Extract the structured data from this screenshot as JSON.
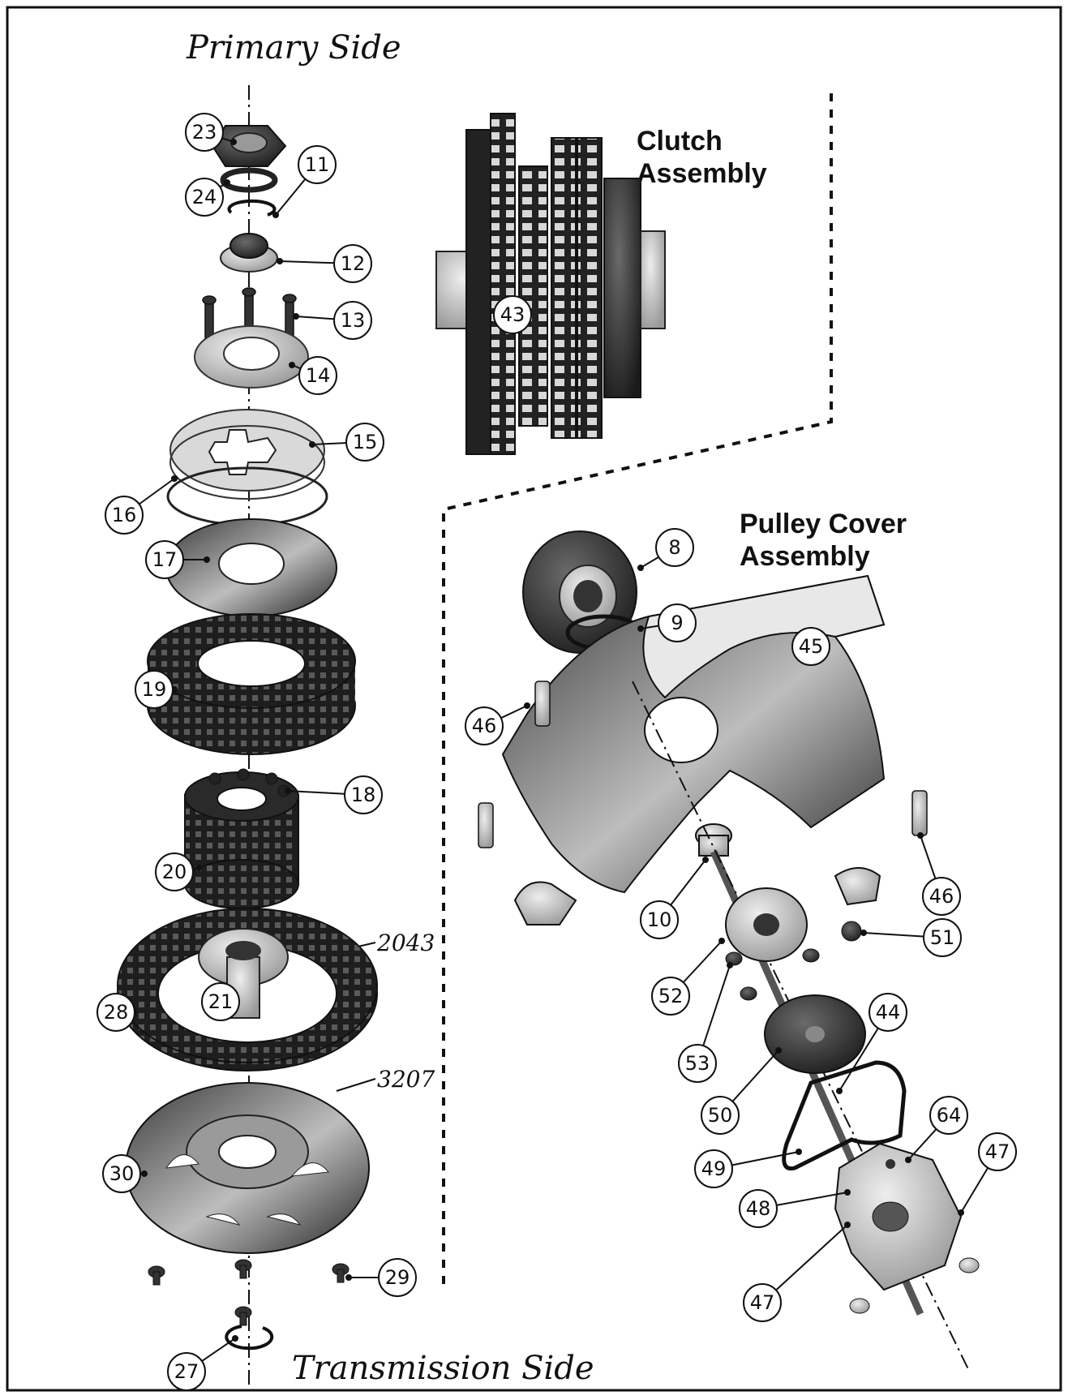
{
  "handwritten": {
    "top": "Primary Side",
    "bottom": "Transmission Side",
    "note_1": "2043",
    "note_2": "3207"
  },
  "headings": {
    "clutch_line1": "Clutch",
    "clutch_line2": "Assembly",
    "pulley_line1": "Pulley Cover",
    "pulley_line2": "Assembly"
  },
  "callouts": {
    "c23": "23",
    "c24": "24",
    "c11": "11",
    "c12": "12",
    "c13": "13",
    "c14": "14",
    "c15": "15",
    "c16": "16",
    "c17": "17",
    "c19": "19",
    "c18": "18",
    "c20": "20",
    "c28": "28",
    "c21": "21",
    "c30": "30",
    "c29": "29",
    "c27": "27",
    "c43": "43",
    "c8": "8",
    "c9": "9",
    "c45": "45",
    "c46a": "46",
    "c46b": "46",
    "c10": "10",
    "c51": "51",
    "c52": "52",
    "c53": "53",
    "c44": "44",
    "c50": "50",
    "c64": "64",
    "c49": "49",
    "c47a": "47",
    "c48": "48",
    "c47b": "47"
  },
  "colors": {
    "ink": "#111111",
    "part_dark": "#2a2a2a",
    "part_mid": "#8a8a8a",
    "part_light": "#cfcfcf"
  }
}
